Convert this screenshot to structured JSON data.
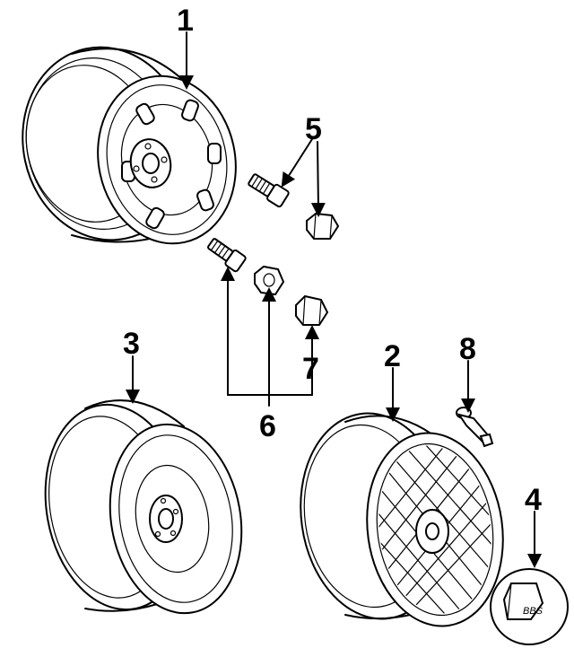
{
  "callouts": {
    "c1": "1",
    "c2": "2",
    "c3": "3",
    "c4": "4",
    "c5": "5",
    "c6": "6",
    "c7": "7",
    "c8": "8"
  },
  "center_cap_logo": "BBS"
}
